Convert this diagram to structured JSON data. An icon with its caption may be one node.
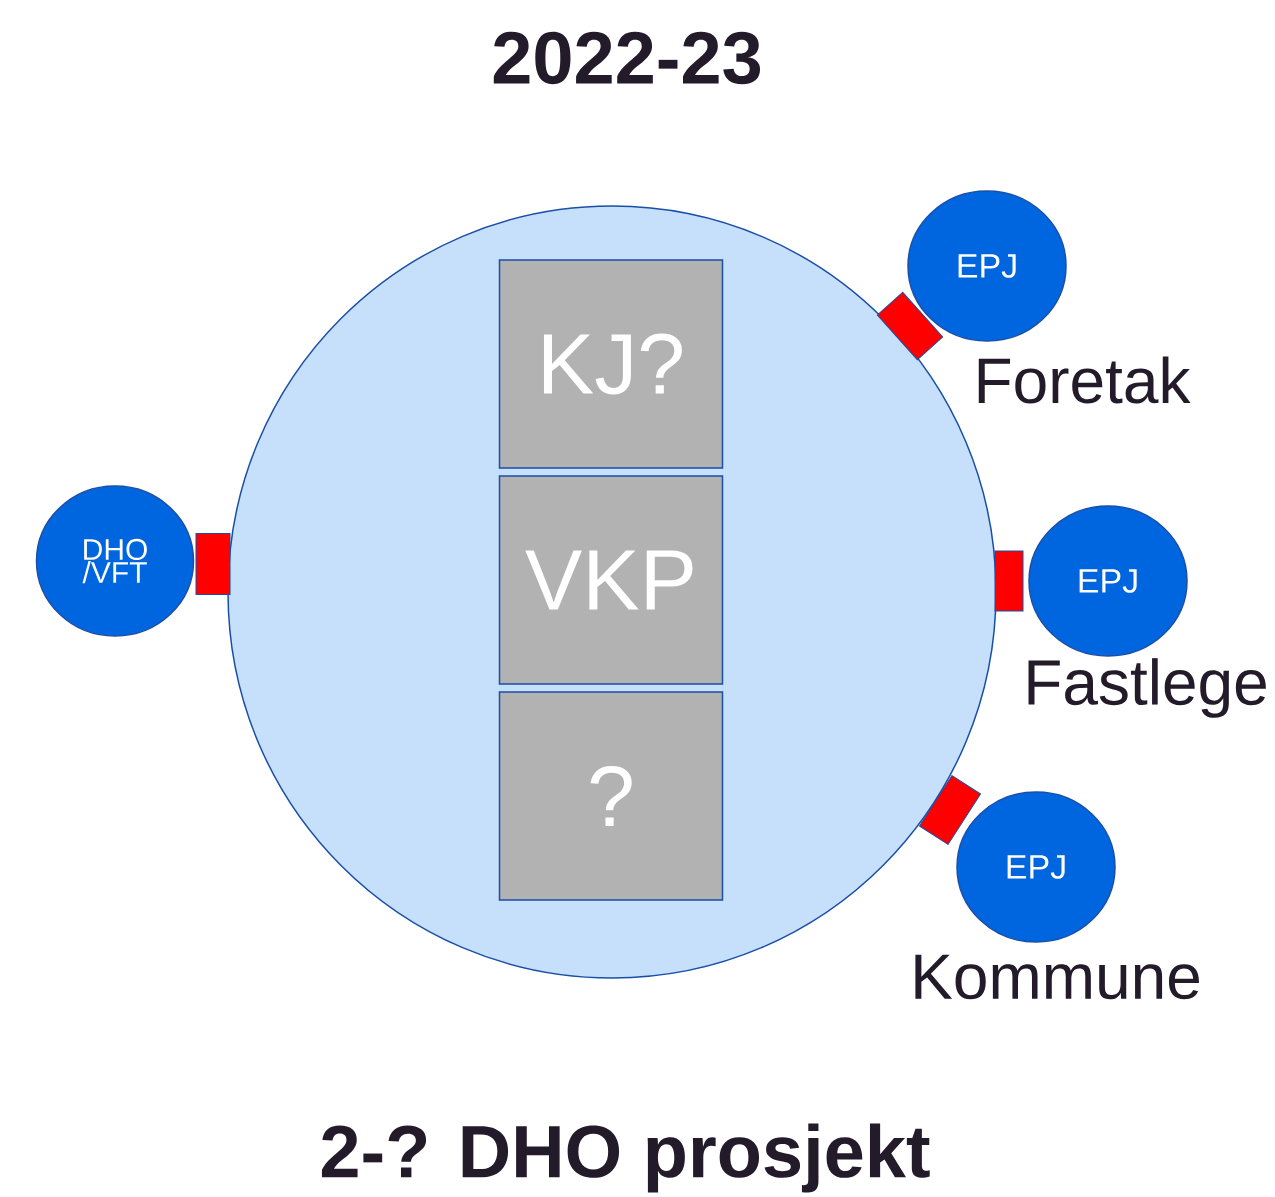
{
  "diagram": {
    "title": "2022-23",
    "caption": "2-? DHO prosjekt",
    "nodes": [
      {
        "text": [],
        "shape": "circle"
      },
      {
        "text": [
          "KJ?"
        ],
        "in": 0
      },
      {
        "text": [
          "VKP"
        ],
        "in": 0
      },
      {
        "text": [
          "?"
        ],
        "in": 0
      },
      {
        "text": [
          "DHO /VFT"
        ]
      },
      {
        "text": [
          "EPJ"
        ],
        "beside": [
          "Foretak"
        ]
      },
      {
        "text": [
          "EPJ"
        ],
        "beside": [
          "Fastlege"
        ]
      },
      {
        "text": [
          "EPJ"
        ],
        "beside": [
          "Kommune"
        ]
      },
      {
        "text": [],
        "shape": "box"
      },
      {
        "text": [],
        "shape": "box"
      },
      {
        "text": [],
        "shape": "box"
      },
      {
        "text": [],
        "shape": "box"
      }
    ],
    "edges": []
  }
}
